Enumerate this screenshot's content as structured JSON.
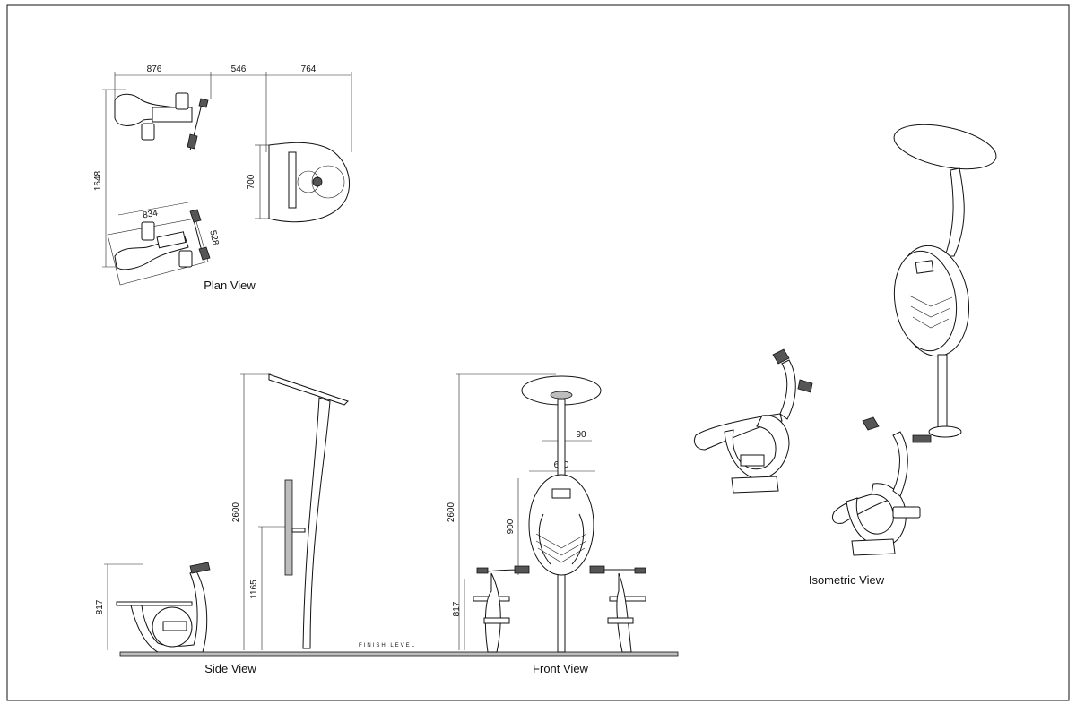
{
  "views": {
    "plan": "Plan View",
    "side": "Side View",
    "front": "Front View",
    "isometric": "Isometric View"
  },
  "ground_label": "FINISH LEVEL",
  "dimensions": {
    "plan_top_left": "876",
    "plan_top_mid": "546",
    "plan_top_right": "764",
    "plan_height": "1648",
    "plan_canopy_depth": "700",
    "plan_bike_length": "834",
    "plan_bike_width": "528",
    "side_height": "2600",
    "side_panel_height": "1165",
    "side_bike_height": "817",
    "front_height": "2600",
    "front_pole_width": "90",
    "front_panel_width": "600",
    "front_panel_height": "900",
    "front_bike_height": "817"
  }
}
